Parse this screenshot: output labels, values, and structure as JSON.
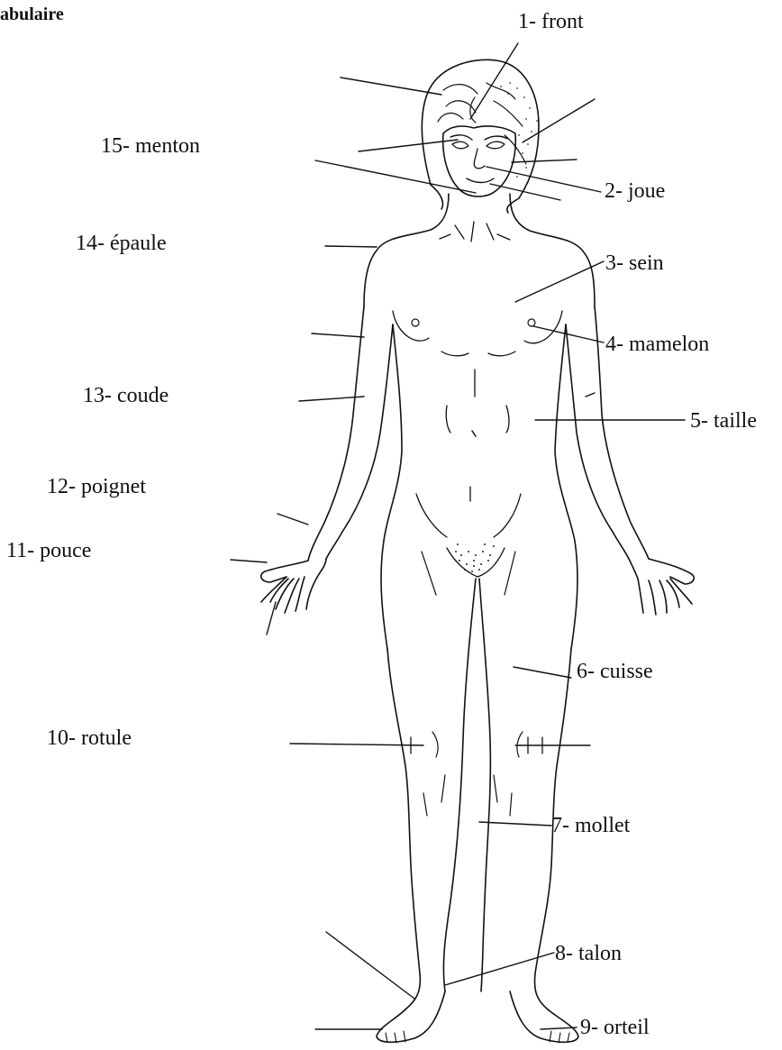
{
  "title": "abulaire",
  "labels": {
    "front": "1- front",
    "joue": "2- joue",
    "sein": "3- sein",
    "mamelon": "4- mamelon",
    "taille": "5- taille",
    "cuisse": "6- cuisse",
    "mollet": "7- mollet",
    "talon": "8- talon",
    "orteil": "9- orteil",
    "rotule": "10- rotule",
    "pouce": "11- pouce",
    "poignet": "12- poignet",
    "coude": "13- coude",
    "epaule": "14- épaule",
    "menton": "15- menton"
  },
  "colors": {
    "ink": "#111111",
    "background": "#ffffff"
  }
}
